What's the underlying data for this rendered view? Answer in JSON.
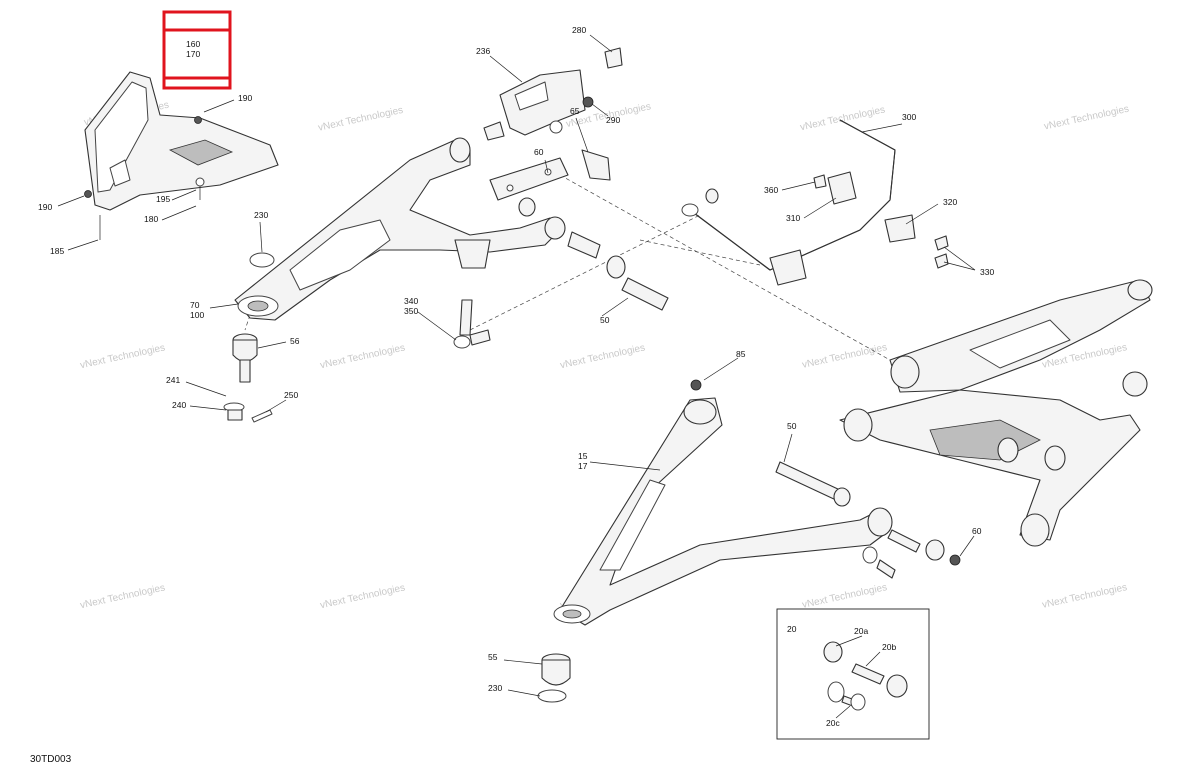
{
  "diagram": {
    "reference_code": "30TD003",
    "highlight_callouts": [
      "160",
      "170"
    ],
    "watermark_text": "vNext Technologies",
    "callouts": {
      "c280": "280",
      "c236": "236",
      "c290": "290",
      "c60a": "60",
      "c65": "65",
      "c300": "300",
      "c360": "360",
      "c310": "310",
      "c320": "320",
      "c330": "330",
      "c190a": "190",
      "c190b": "190",
      "c195": "195",
      "c180": "180",
      "c185": "185",
      "c230a": "230",
      "c70": "70",
      "c100": "100",
      "c56": "56",
      "c241": "241",
      "c240": "240",
      "c250": "250",
      "c340": "340",
      "c350": "350",
      "c50a": "50",
      "c85": "85",
      "c50b": "50",
      "c15": "15",
      "c17": "17",
      "c60b": "60",
      "c55": "55",
      "c230b": "230",
      "c20": "20",
      "c20a": "20a",
      "c20b": "20b",
      "c20c": "20c"
    }
  }
}
